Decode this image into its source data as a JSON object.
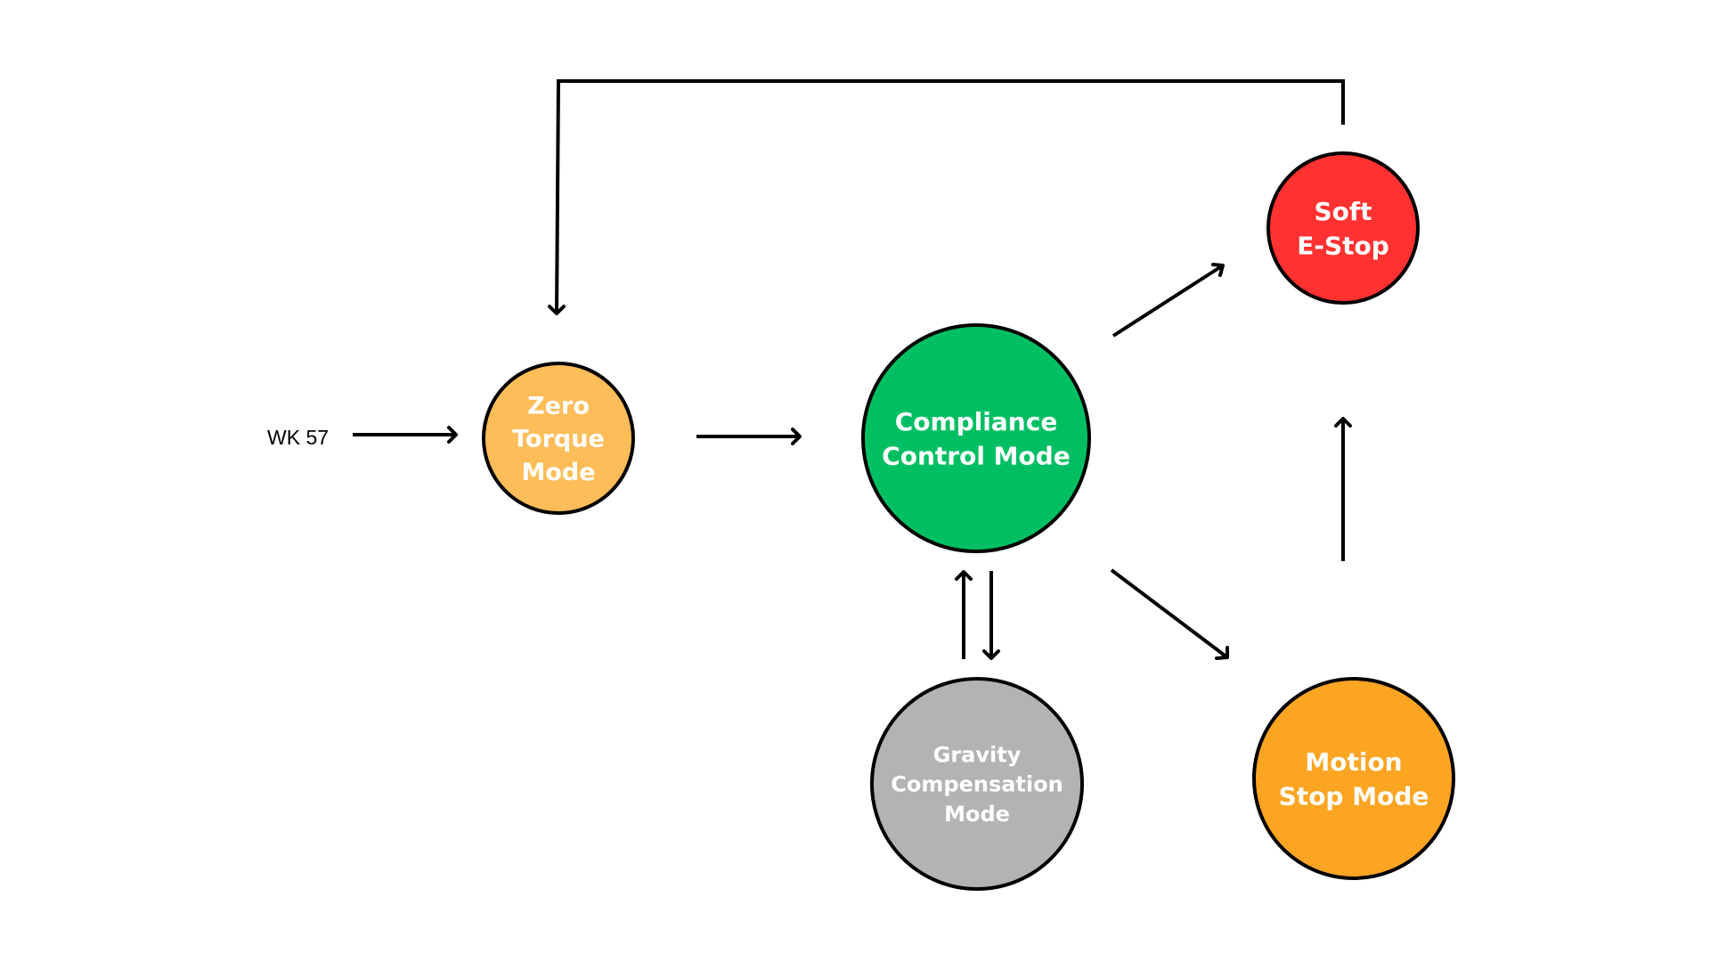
{
  "diagram": {
    "type": "state-transition",
    "input": {
      "label": "WK 57"
    },
    "nodes": [
      {
        "id": "zero_torque",
        "lines": [
          "Zero",
          "Torque",
          "Mode"
        ],
        "color": "#FEBD59"
      },
      {
        "id": "compliance",
        "lines": [
          "Compliance",
          "Control Mode"
        ],
        "color": "#00BF63"
      },
      {
        "id": "soft_estop",
        "lines": [
          "Soft",
          "E-Stop"
        ],
        "color": "#FF3131"
      },
      {
        "id": "motion_stop",
        "lines": [
          "Motion",
          "Stop Mode"
        ],
        "color": "#FCA522"
      },
      {
        "id": "gravity",
        "lines": [
          "Gravity",
          "Compensation",
          "Mode"
        ],
        "color": "#B3B3B3"
      }
    ],
    "edges": [
      {
        "from": "input",
        "to": "zero_torque"
      },
      {
        "from": "zero_torque",
        "to": "compliance"
      },
      {
        "from": "compliance",
        "to": "soft_estop"
      },
      {
        "from": "compliance",
        "to": "motion_stop"
      },
      {
        "from": "motion_stop",
        "to": "soft_estop"
      },
      {
        "from": "gravity",
        "to": "compliance"
      },
      {
        "from": "compliance",
        "to": "gravity"
      },
      {
        "from": "soft_estop",
        "to": "zero_torque"
      }
    ]
  }
}
